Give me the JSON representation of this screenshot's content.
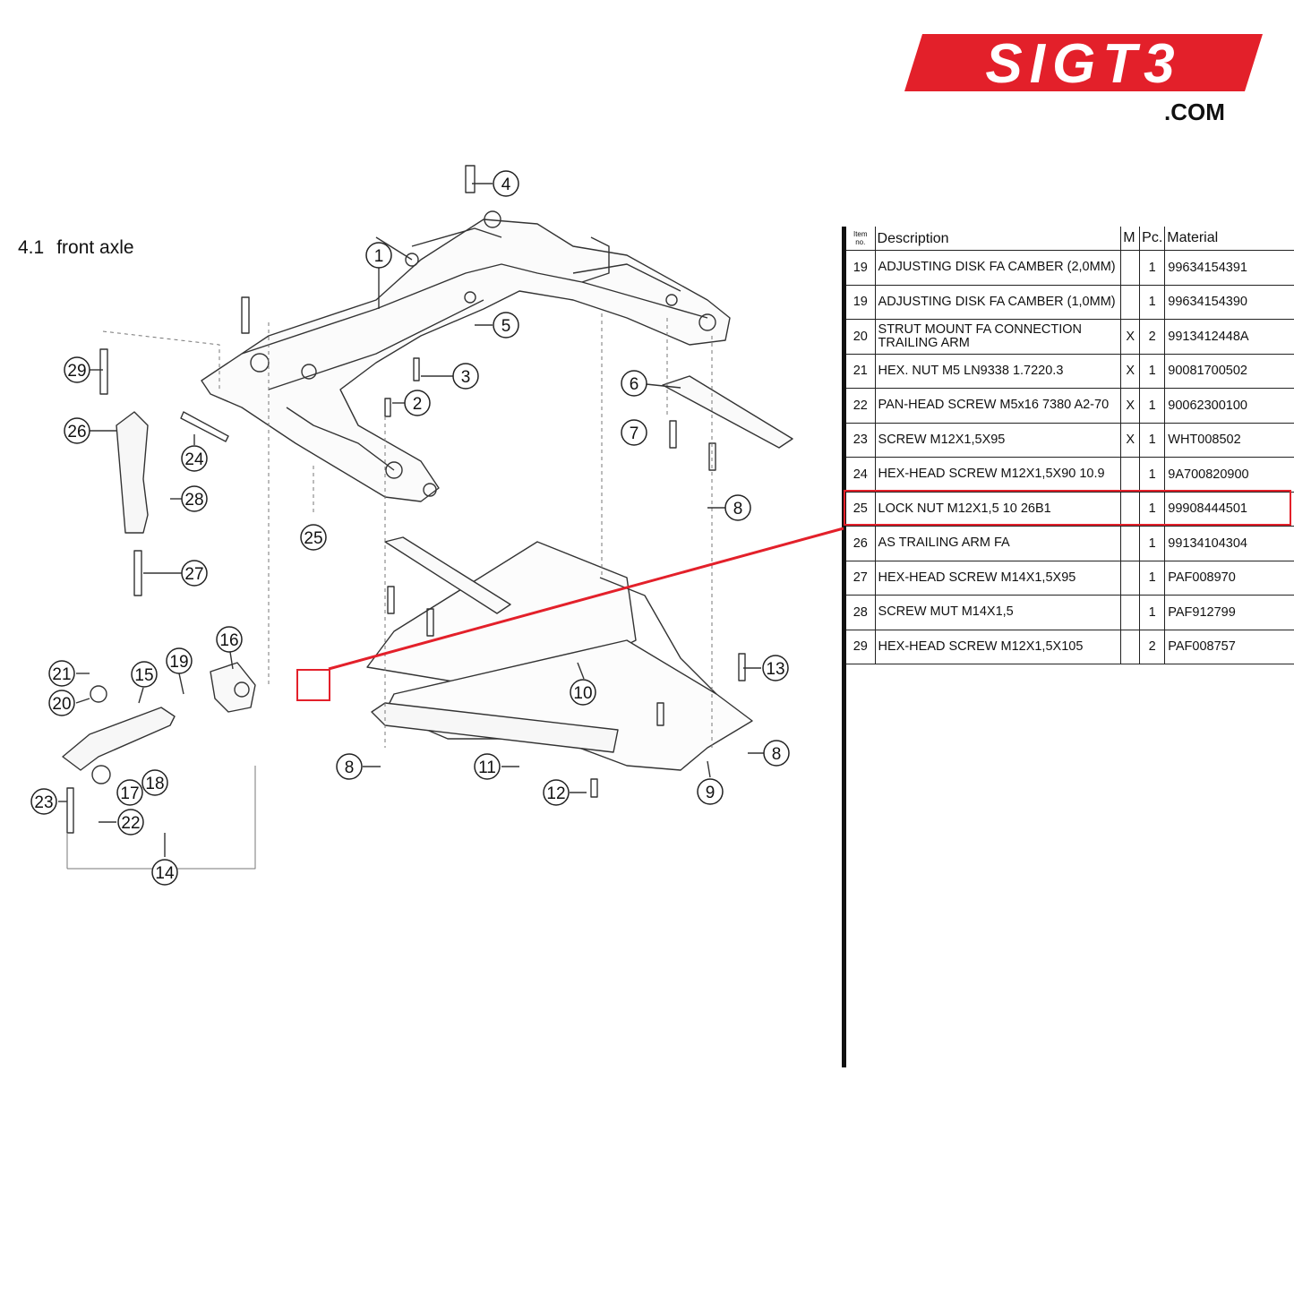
{
  "brand": {
    "logo_text": "SIGT3",
    "domain_suffix": ".COM",
    "logo_color": "#e3202a"
  },
  "section": {
    "number": "4.1",
    "title": "front axle"
  },
  "table": {
    "headers": {
      "item": "Item no.",
      "description": "Description",
      "m": "M",
      "pc": "Pc.",
      "material": "Material"
    },
    "rows": [
      {
        "item": "19",
        "description": "ADJUSTING DISK FA CAMBER (2,0MM)",
        "m": "",
        "pc": "1",
        "material": "99634154391"
      },
      {
        "item": "19",
        "description": "ADJUSTING DISK FA CAMBER (1,0MM)",
        "m": "",
        "pc": "1",
        "material": "99634154390"
      },
      {
        "item": "20",
        "description": "STRUT MOUNT FA CONNECTION TRAILING ARM",
        "m": "X",
        "pc": "2",
        "material": "9913412448A"
      },
      {
        "item": "21",
        "description": "HEX. NUT M5 LN9338 1.7220.3",
        "m": "X",
        "pc": "1",
        "material": "90081700502"
      },
      {
        "item": "22",
        "description": "PAN-HEAD SCREW M5x16 7380 A2-70",
        "m": "X",
        "pc": "1",
        "material": "90062300100"
      },
      {
        "item": "23",
        "description": "SCREW M12X1,5X95",
        "m": "X",
        "pc": "1",
        "material": "WHT008502"
      },
      {
        "item": "24",
        "description": "HEX-HEAD SCREW M12X1,5X90 10.9",
        "m": "",
        "pc": "1",
        "material": "9A700820900"
      },
      {
        "item": "25",
        "description": "LOCK NUT M12X1,5 10 26B1",
        "m": "",
        "pc": "1",
        "material": "99908444501"
      },
      {
        "item": "26",
        "description": "AS TRAILING ARM FA",
        "m": "",
        "pc": "1",
        "material": "99134104304"
      },
      {
        "item": "27",
        "description": "HEX-HEAD SCREW M14X1,5X95",
        "m": "",
        "pc": "1",
        "material": "PAF008970"
      },
      {
        "item": "28",
        "description": "SCREW MUT M14X1,5",
        "m": "",
        "pc": "1",
        "material": "PAF912799"
      },
      {
        "item": "29",
        "description": "HEX-HEAD SCREW M12X1,5X105",
        "m": "",
        "pc": "2",
        "material": "PAF008757"
      }
    ],
    "highlighted_item": "25",
    "highlight_color": "#e3202a"
  },
  "diagram": {
    "callouts": [
      "1",
      "2",
      "3",
      "4",
      "5",
      "6",
      "7",
      "8",
      "8",
      "8",
      "9",
      "10",
      "11",
      "12",
      "13",
      "14",
      "15",
      "16",
      "17",
      "18",
      "19",
      "20",
      "21",
      "22",
      "23",
      "24",
      "25",
      "26",
      "27",
      "28",
      "29"
    ]
  }
}
